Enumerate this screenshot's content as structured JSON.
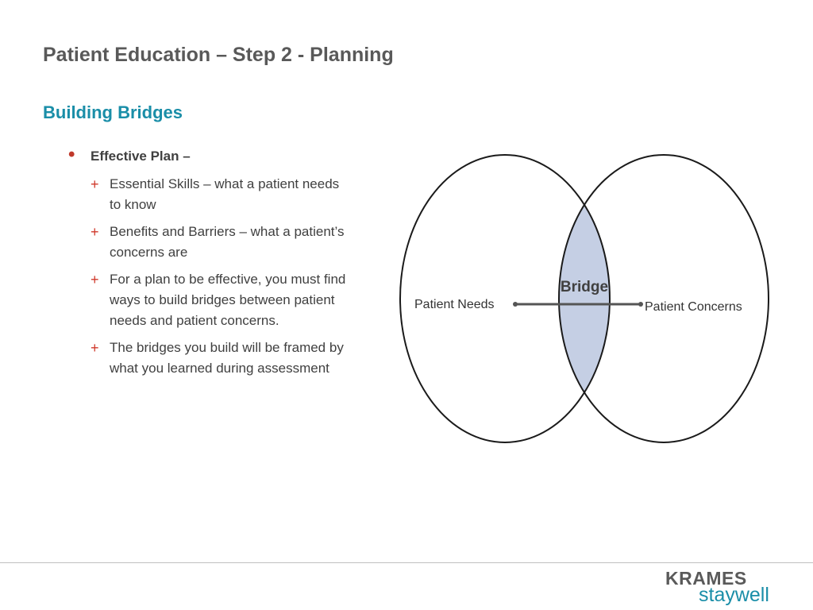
{
  "slide": {
    "title": "Patient Education – Step 2 - Planning",
    "subtitle": "Building Bridges"
  },
  "content": {
    "bullet": "Effective Plan –",
    "bullet_marker": "•",
    "sub_marker": "+",
    "sub_items": [
      "Essential Skills – what a patient needs to know",
      "Benefits and Barriers – what a patient’s concerns are",
      "For a plan to be effective, you must find ways to build bridges between patient needs and patient concerns.",
      "The bridges you build will be framed by what you learned during assessment"
    ]
  },
  "diagram": {
    "left_label": "Patient Needs",
    "right_label": "Patient Concerns",
    "center_label": "Bridge",
    "colors": {
      "overlap_fill": "#c5cfe4",
      "circle_stroke": "#1a1a1a",
      "bridge_line": "#555555"
    }
  },
  "footer": {
    "logo_top": "KRAMES",
    "logo_bottom": "staywell"
  }
}
